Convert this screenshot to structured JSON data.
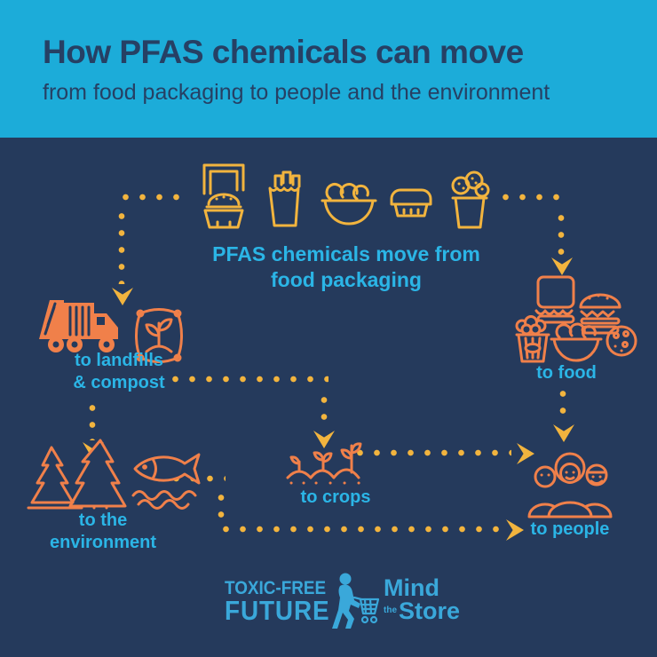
{
  "header": {
    "title": "How PFAS chemicals can move",
    "subtitle": "from food packaging to people and the environment"
  },
  "colors": {
    "header_bg": "#1CACD9",
    "body_bg": "#253A5C",
    "dot_gold": "#F2B43E",
    "icon_gold": "#F2B43E",
    "icon_orange": "#F0804A",
    "label_cyan": "#2BB5E6",
    "heading_navy": "#264064",
    "logo_blue": "#3AA8DA"
  },
  "diagram": {
    "headline_line1": "PFAS chemicals move from",
    "headline_line2": "food packaging",
    "labels": {
      "landfills_line1": "to landfills",
      "landfills_line2": "& compost",
      "food": "to food",
      "environment_line1": "to the",
      "environment_line2": "environment",
      "crops": "to crops",
      "people": "to people"
    },
    "icons": {
      "packaging": [
        "burger-clamshell-icon",
        "fries-bag-icon",
        "salad-bowl-icon",
        "tray-clamshell-icon",
        "cookie-cup-icon"
      ],
      "landfills": [
        "garbage-truck-icon",
        "compost-bag-icon"
      ],
      "food": [
        "sandwich-icon",
        "burger-icon",
        "popcorn-icon",
        "noodle-bowl-icon",
        "cookie-icon"
      ],
      "environment": [
        "pine-trees-icon",
        "fish-waves-icon"
      ],
      "crops": [
        "sprouts-icon"
      ],
      "people": [
        "people-group-icon"
      ]
    },
    "flows": [
      "packaging to landfills & compost",
      "packaging to food",
      "landfills & compost to crops",
      "landfills & compost to environment",
      "environment to people",
      "crops to people",
      "food to people"
    ]
  },
  "footer": {
    "toxic_free_future_line1": "TOXIC-FREE",
    "toxic_free_future_line2": "FUTURE",
    "mind_the_store_word1": "Mind",
    "mind_the_store_word2": "the",
    "mind_the_store_word3": "Store"
  }
}
